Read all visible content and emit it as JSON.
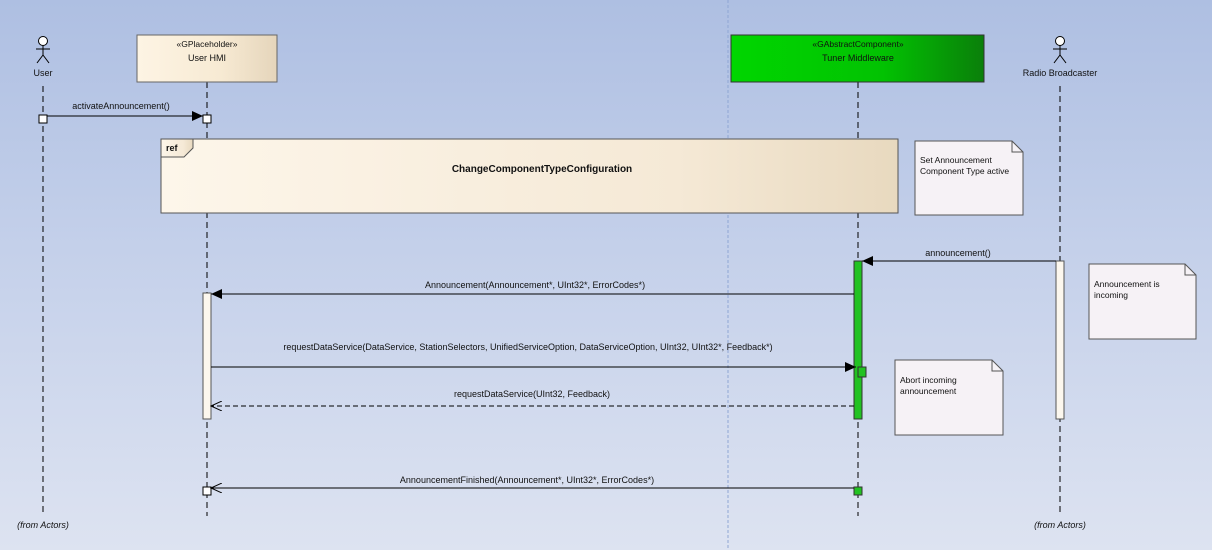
{
  "lifelines": {
    "user": {
      "label": "User",
      "from": "(from Actors)"
    },
    "hmi": {
      "stereotype": "«GPlaceholder»",
      "label": "User HMI"
    },
    "tuner": {
      "stereotype": "«GAbstractComponent»",
      "label": "Tuner Middleware"
    },
    "radio": {
      "label": "Radio Broadcaster",
      "from": "(from Actors)"
    }
  },
  "fragment": {
    "tag": "ref",
    "title": "ChangeComponentTypeConfiguration"
  },
  "notes": [
    {
      "lines": [
        "Set Announcement",
        "Component Type active"
      ]
    },
    {
      "lines": [
        "Announcement is",
        "incoming"
      ]
    },
    {
      "lines": [
        "Abort incoming",
        "announcement"
      ]
    }
  ],
  "messages": {
    "activate": "activateAnnouncement()",
    "announcement": "announcement()",
    "announcement_call": "Announcement(Announcement*, UInt32*, ErrorCodes*)",
    "request": "requestDataService(DataService, StationSelectors, UnifiedServiceOption, DataServiceOption, UInt32, UInt32*, Feedback*)",
    "request_return": "requestDataService(UInt32, Feedback)",
    "finished": "AnnouncementFinished(Announcement*, UInt32*, ErrorCodes*)"
  },
  "colors": {
    "component_fill": "#00cc00",
    "placeholder_fill": "#faf0dc",
    "note_fill": "#f6f2f6",
    "activation_green": "#22c222"
  }
}
